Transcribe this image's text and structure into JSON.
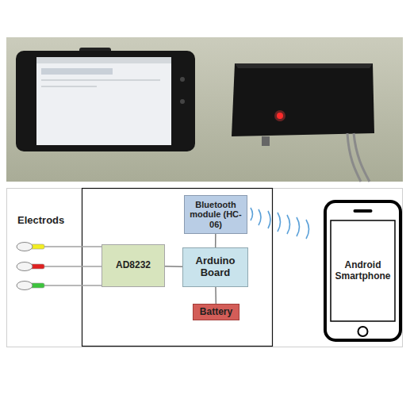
{
  "diagram": {
    "nodes": [
      {
        "text": [
          "AD8232"
        ]
      },
      {
        "text": [
          "Bluetooth module (HC-06)"
        ]
      },
      {
        "text": [
          "Arduino Board"
        ]
      },
      {
        "text": [
          "Battery"
        ]
      },
      {
        "text": [
          "Android Smartphone"
        ]
      }
    ],
    "edges": [
      {
        "from": 0,
        "to": 2,
        "arrow": "none"
      },
      {
        "from": 1,
        "to": 2,
        "arrow": "none"
      },
      {
        "from": 2,
        "to": 3,
        "arrow": "none"
      }
    ],
    "labels": [
      "Electrods"
    ]
  }
}
